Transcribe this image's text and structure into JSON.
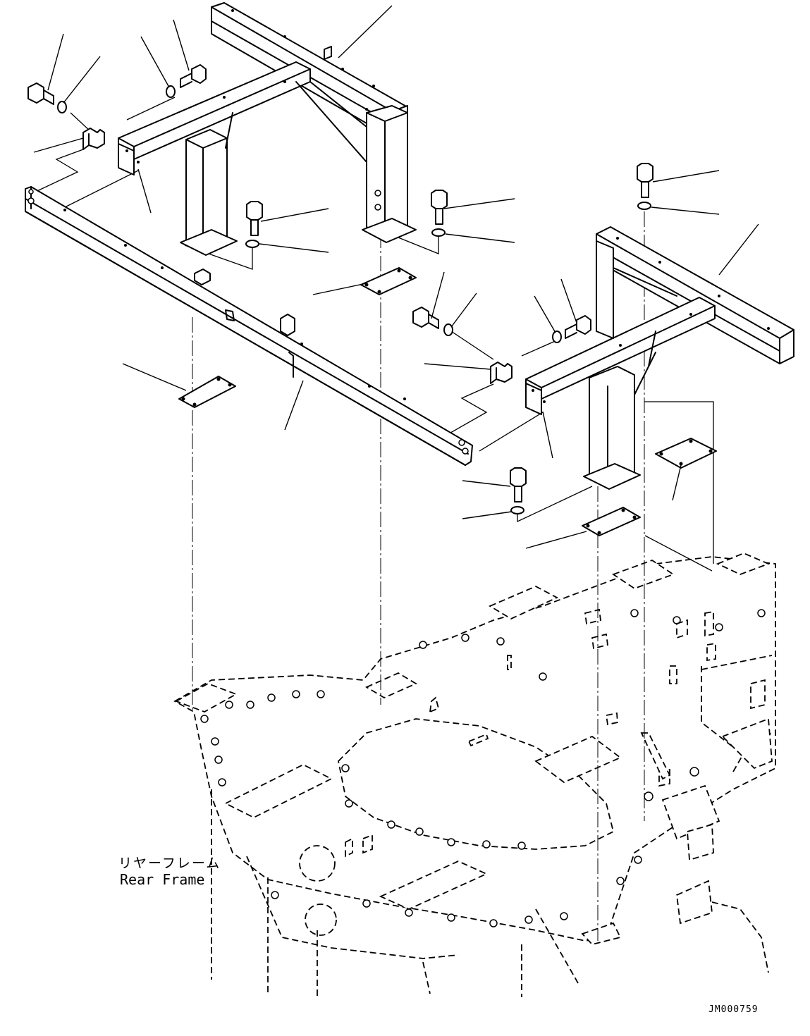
{
  "labels": {
    "rear_frame_jp": "リヤーフレーム",
    "rear_frame_en": "Rear Frame"
  },
  "drawing_number": "JM000759"
}
